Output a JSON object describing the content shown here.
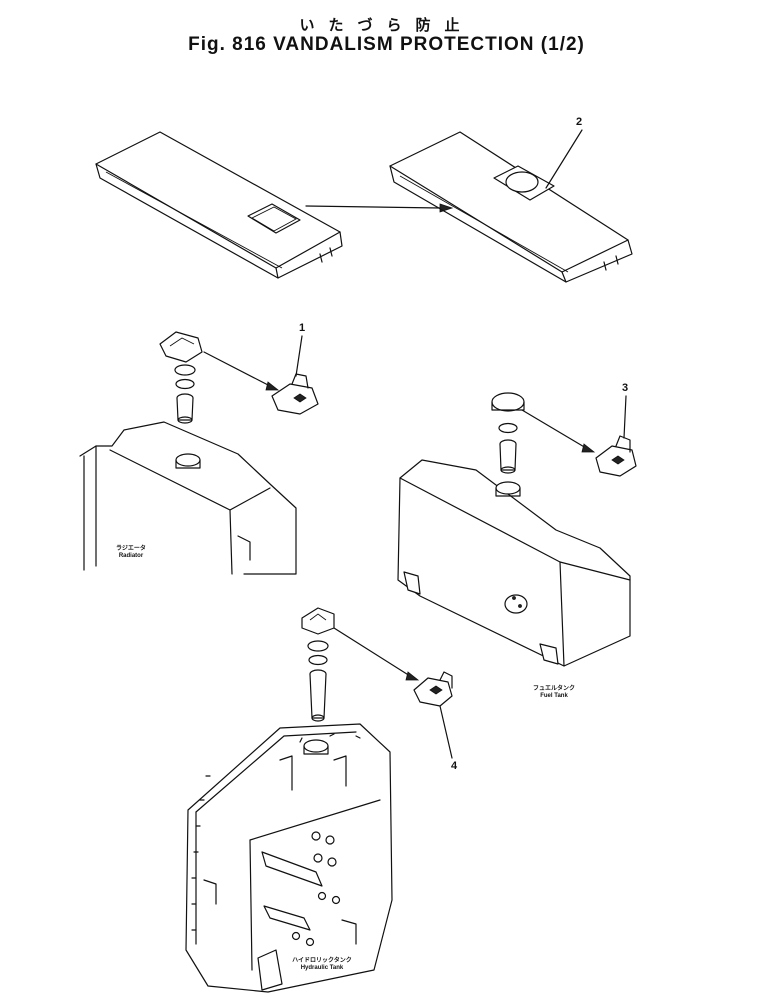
{
  "header": {
    "title_jp": "いたづら防止",
    "title": "Fig. 816   VANDALISM PROTECTION (1/2)"
  },
  "part_numbers": [
    "1",
    "2",
    "3",
    "4"
  ],
  "labels": {
    "radiator_jp": "ラジエータ",
    "radiator": "Radiator",
    "fuel_tank_jp": "フュエルタンク",
    "fuel_tank": "Fuel Tank",
    "hydraulic_tank_jp": "ハイドロリックタンク",
    "hydraulic_tank": "Hydraulic Tank"
  }
}
